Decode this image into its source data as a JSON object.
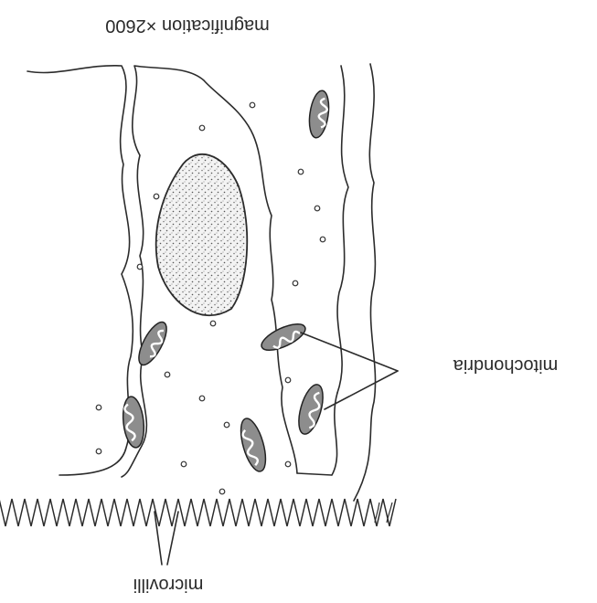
{
  "labels": {
    "magnification": "magnification ×2600",
    "mitochondria": "mitochondria",
    "microvilli": "microvilli"
  },
  "orientation": "rotated 180 degrees (upside-down scan)",
  "colors": {
    "ink": "#2b2b2b",
    "nucleus_fill": "#f1f1f1",
    "nucleus_stipple": "#555555",
    "mito_fill": "#8a8a8a"
  }
}
